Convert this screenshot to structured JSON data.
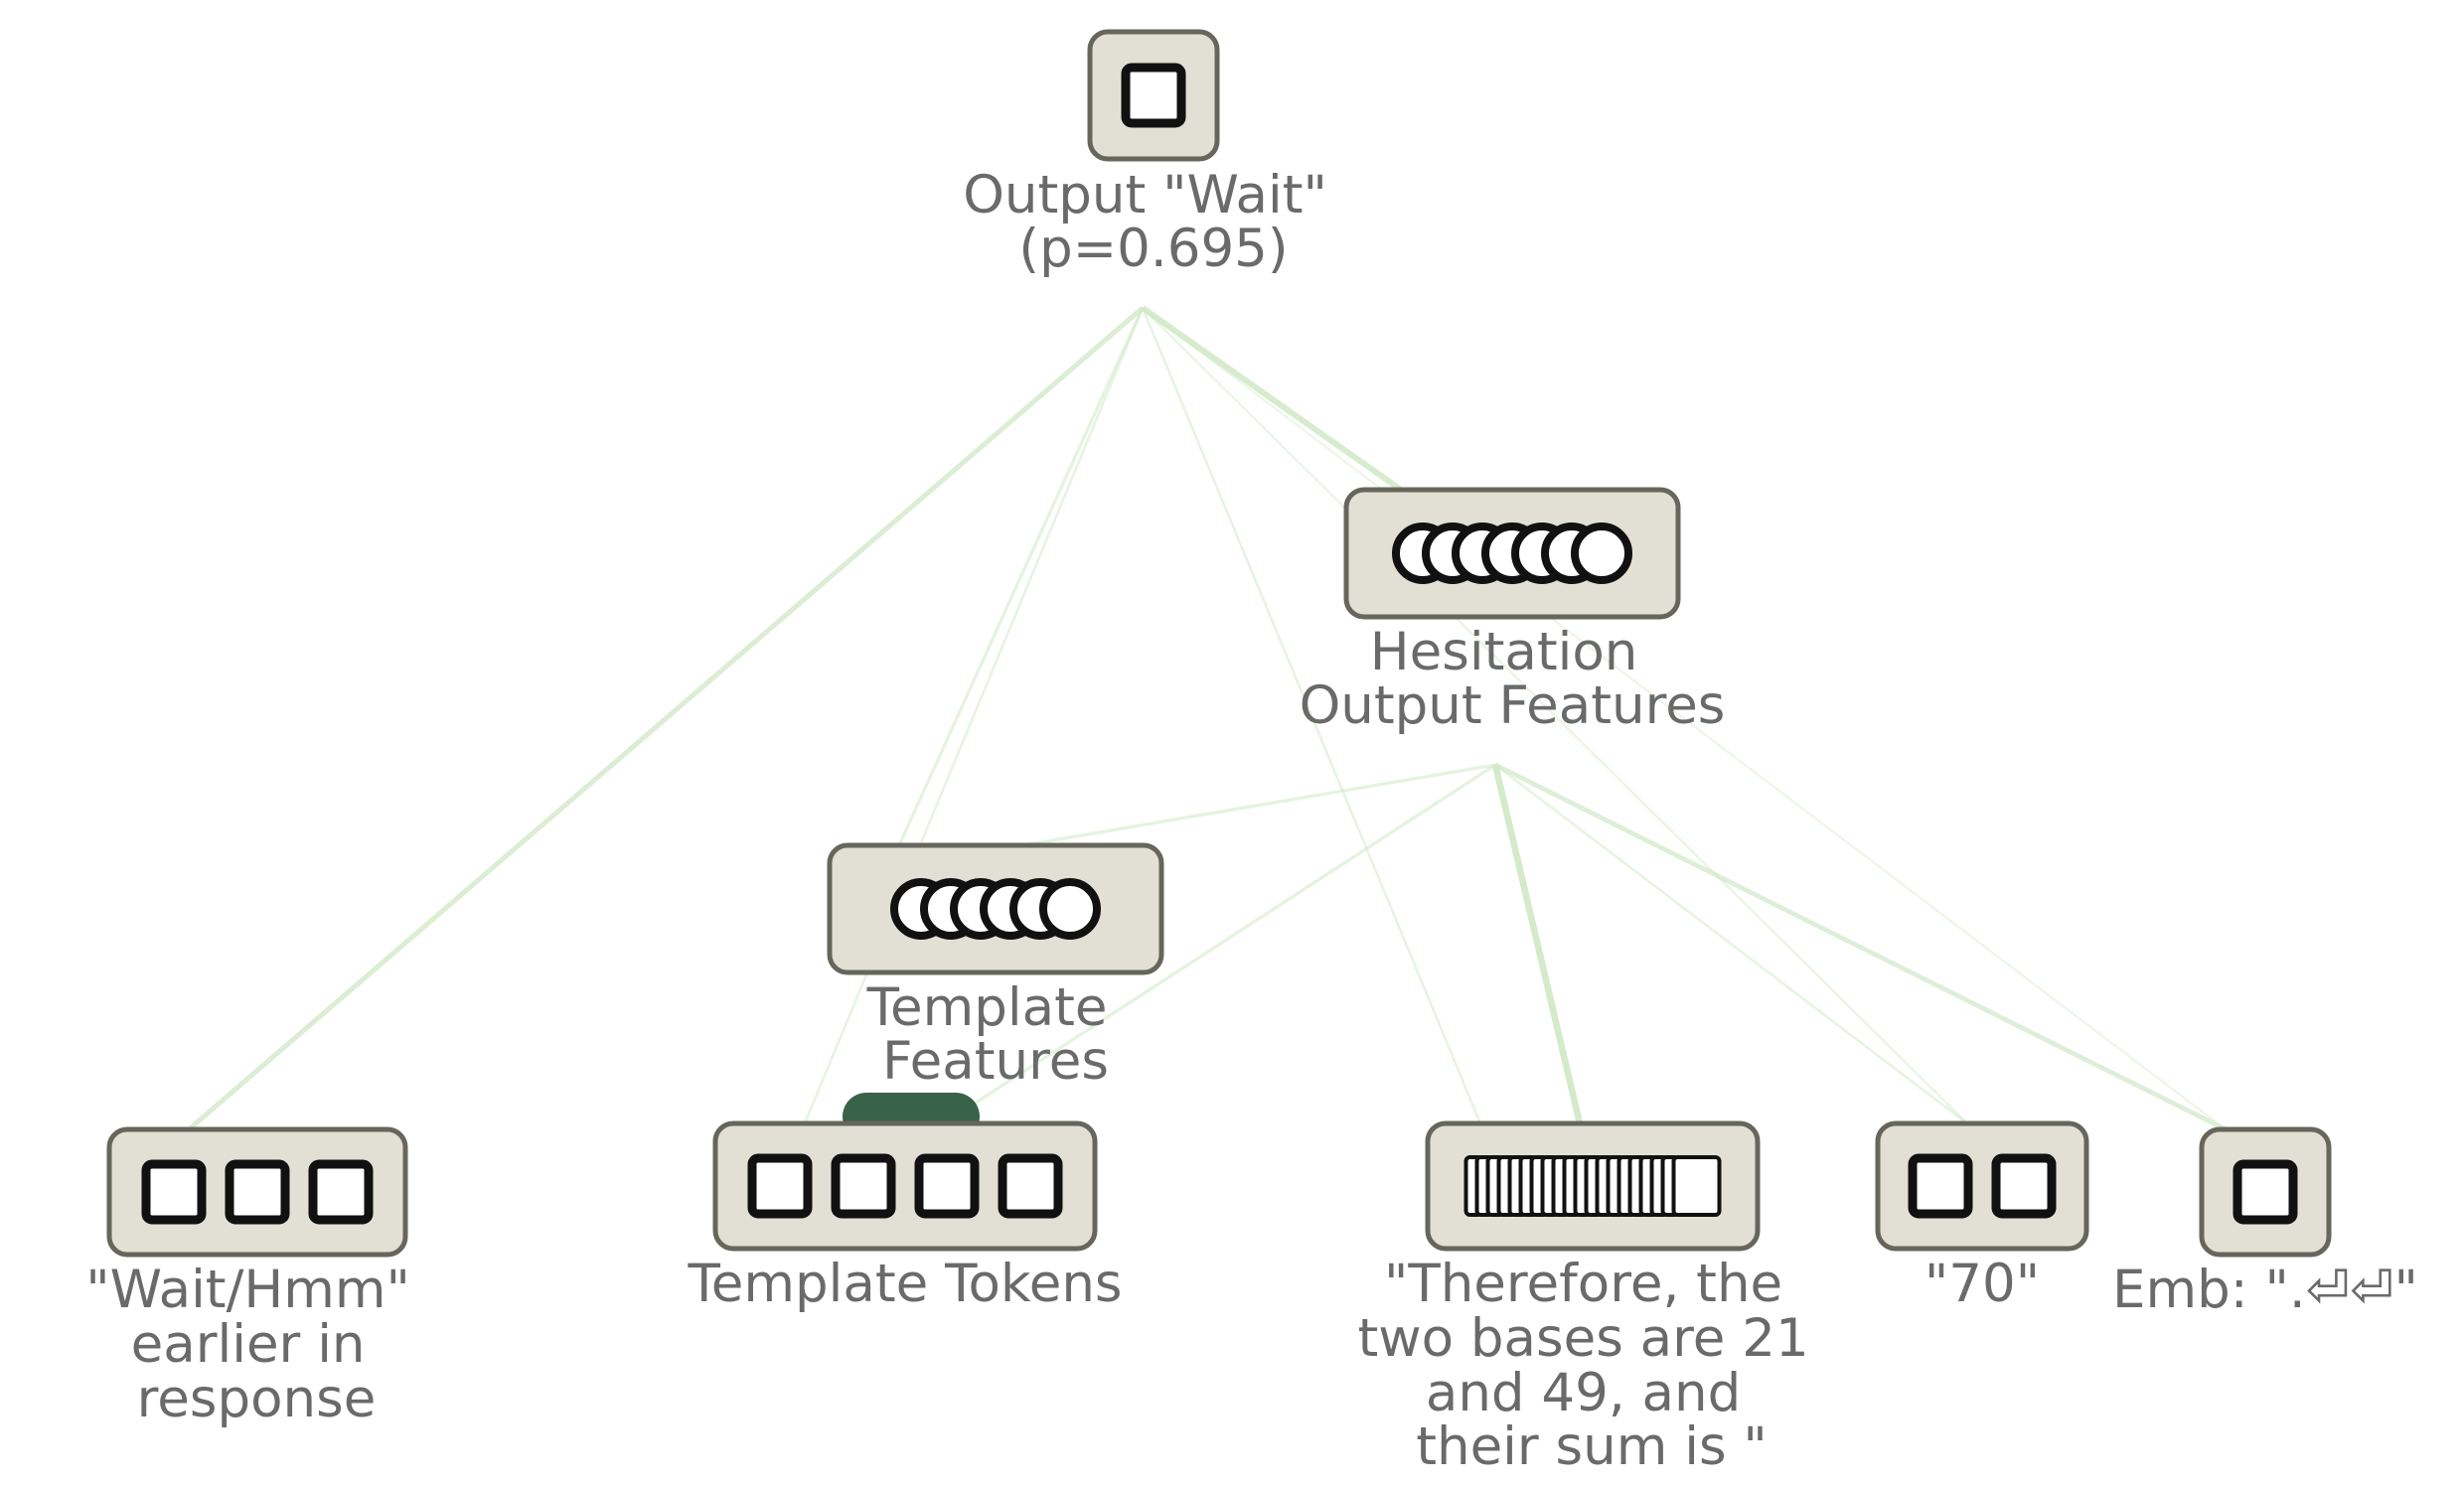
{
  "diagram": {
    "nodes": [
      {
        "id": "output_wait",
        "label_lines": [
          "Output \"Wait\"",
          "(p=0.695)"
        ],
        "glyph": "square",
        "count": 1
      },
      {
        "id": "hesitation_output_features",
        "label_lines": [
          "Hesitation",
          "Output Features"
        ],
        "glyph": "circle",
        "count": 7
      },
      {
        "id": "template_features",
        "label_lines": [
          "Template",
          "Features"
        ],
        "glyph": "circle",
        "count": 6
      },
      {
        "id": "wait_hmm_earlier",
        "label_lines": [
          "\"Wait/Hmm\"",
          "earlier in",
          "response"
        ],
        "glyph": "square",
        "count": 3
      },
      {
        "id": "template_tokens",
        "label_lines": [
          "Template Tokens"
        ],
        "glyph": "square",
        "count": 4
      },
      {
        "id": "therefore_tokens",
        "label_lines": [
          "\"Therefore, the",
          "two bases are 21",
          "and 49, and",
          "their sum is \""
        ],
        "glyph": "token-strip",
        "count": 20
      },
      {
        "id": "tok_70",
        "label_lines": [
          "\"70\""
        ],
        "glyph": "square",
        "count": 2
      },
      {
        "id": "emb_newlines",
        "label_lines": [
          "Emb: \".⏎⏎\""
        ],
        "glyph": "square",
        "count": 1
      }
    ],
    "edges": [
      {
        "from": "wait_hmm_earlier",
        "to": "output_wait",
        "weight": 0.6
      },
      {
        "from": "hesitation_output_features",
        "to": "output_wait",
        "weight": 0.75
      },
      {
        "from": "template_features",
        "to": "output_wait",
        "weight": 0.3
      },
      {
        "from": "template_tokens",
        "to": "output_wait",
        "weight": 0.2
      },
      {
        "from": "therefore_tokens",
        "to": "output_wait",
        "weight": 0.2
      },
      {
        "from": "tok_70",
        "to": "output_wait",
        "weight": 0.15
      },
      {
        "from": "emb_newlines",
        "to": "output_wait",
        "weight": 0.1
      },
      {
        "from": "template_features",
        "to": "hesitation_output_features",
        "weight": 0.3
      },
      {
        "from": "template_tokens",
        "to": "hesitation_output_features",
        "weight": 0.3
      },
      {
        "from": "therefore_tokens",
        "to": "hesitation_output_features",
        "weight": 0.85
      },
      {
        "from": "tok_70",
        "to": "hesitation_output_features",
        "weight": 0.2
      },
      {
        "from": "emb_newlines",
        "to": "hesitation_output_features",
        "weight": 0.55
      }
    ],
    "colors": {
      "node_fill": "#e2e0d4",
      "node_border": "#67665c",
      "edge": "#cfe8c5",
      "highlight_pill": "#39624a",
      "label_text": "#6a6a6a"
    }
  }
}
